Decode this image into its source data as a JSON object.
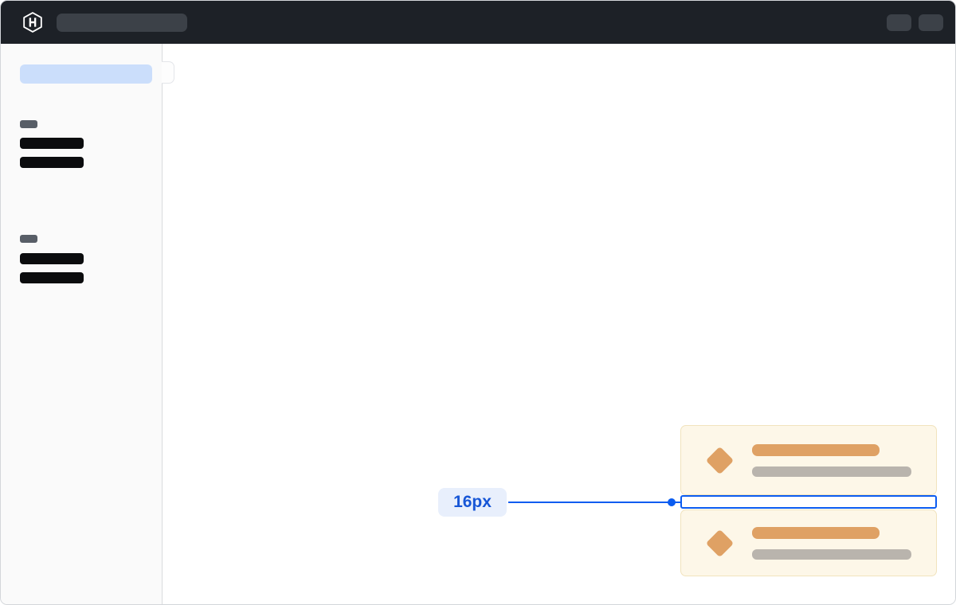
{
  "header": {
    "logo_icon": "hashicorp-logo-icon",
    "search_skeleton": "search-placeholder-skeleton",
    "action_skeletons": [
      "help-button-skeleton",
      "account-button-skeleton"
    ]
  },
  "sidebar": {
    "selected_item": "selected-nav-item-skeleton",
    "collapse_toggle": "sidebar-collapse-toggle",
    "groups": [
      {
        "label": "group-label-skeleton",
        "items": [
          "nav-item-skeleton",
          "nav-item-skeleton"
        ]
      },
      {
        "label": "group-label-skeleton",
        "items": [
          "nav-item-skeleton",
          "nav-item-skeleton"
        ]
      }
    ]
  },
  "annotation": {
    "spacing_label": "16px",
    "list_item_icon": "diamond-icon"
  },
  "colors": {
    "screen_border": "#d3d6da",
    "topbar_bg": "#1d2127",
    "topbar_skeleton": "#3c4148",
    "sidebar_bg": "#fafafa",
    "sidebar_border": "#d9dbde",
    "selected_item_bg": "#cbdefb",
    "nav_label_skeleton": "#585e67",
    "nav_item_skeleton": "#0b0c0e",
    "card_bg": "#fdf7e8",
    "card_border": "#f1e3bd",
    "card_icon": "#dfa164",
    "card_title_skeleton": "#dfa164",
    "card_subtitle_skeleton": "#b9b4ad",
    "annotation_blue": "#0b5cf0",
    "badge_bg": "#e8effc",
    "badge_text": "#1756d6"
  }
}
